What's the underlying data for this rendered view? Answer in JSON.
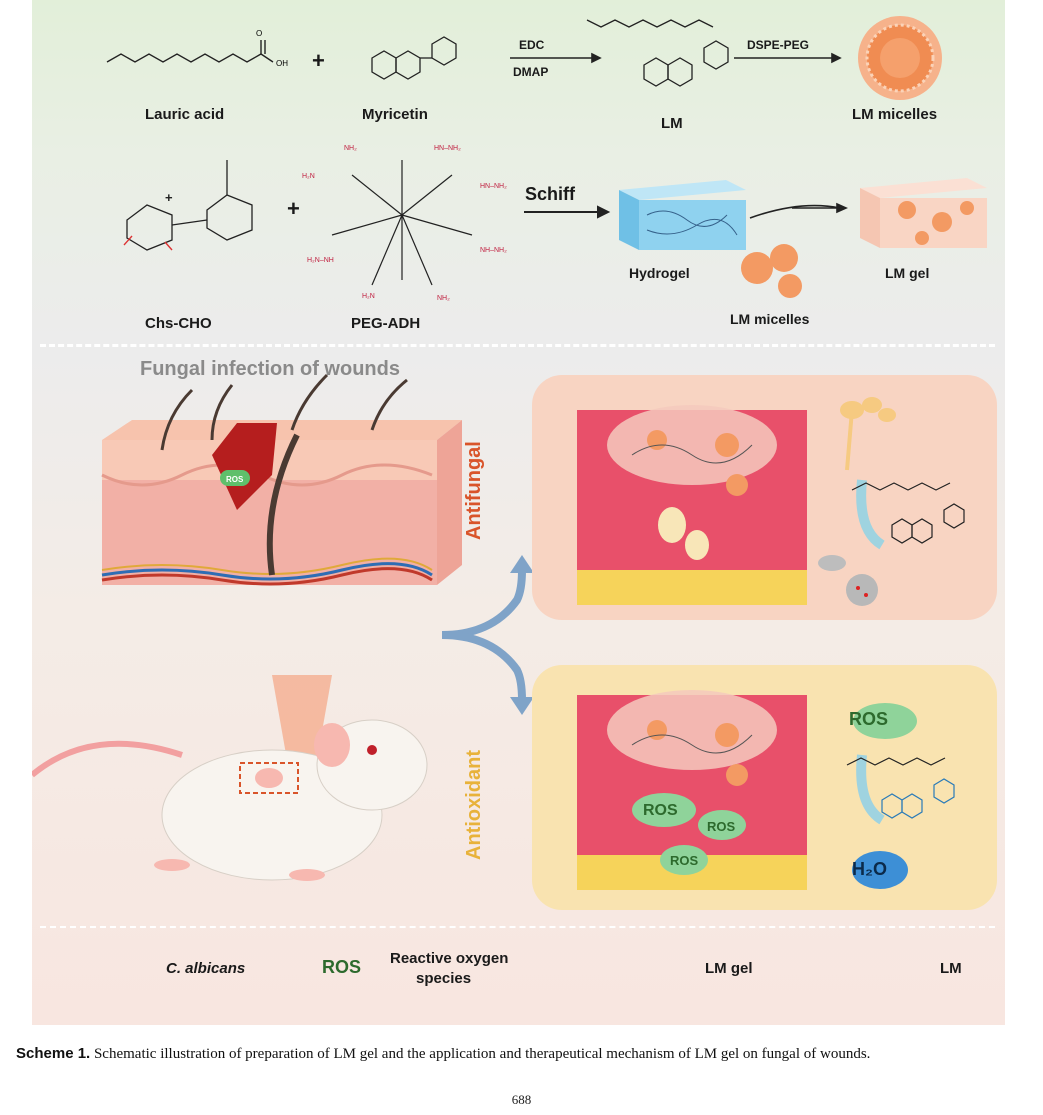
{
  "synthesis": {
    "lauric_acid": "Lauric acid",
    "myricetin": "Myricetin",
    "reagent_top": "EDC",
    "reagent_bottom": "DMAP",
    "lm": "LM",
    "dspe_peg": "DSPE-PEG",
    "lm_micelles": "LM micelles",
    "chs_cho": "Chs-CHO",
    "peg_adh": "PEG-ADH",
    "schiff": "Schiff",
    "hydrogel": "Hydrogel",
    "lm_micelles_2": "LM micelles",
    "lm_gel": "LM gel",
    "plus": "+"
  },
  "scene": {
    "heading": "Fungal infection of wounds",
    "ros_badge": "ROS"
  },
  "antifungal": {
    "label": "Antifungal"
  },
  "antioxidant": {
    "label": "Antioxidant",
    "ros_top": "ROS",
    "ros_a": "ROS",
    "ros_b": "ROS",
    "ros_c": "ROS",
    "h2o": "H₂O"
  },
  "legend": {
    "c_albicans": "C. albicans",
    "ros_badge": "ROS",
    "ros_text_1": "Reactive oxygen",
    "ros_text_2": "species",
    "lm_gel": "LM gel",
    "lm": "LM"
  },
  "caption": {
    "label": "Scheme 1.",
    "text": "Schematic illustration of preparation of LM gel and the application and therapeutical mechanism of LM gel on fungal of wounds."
  },
  "page_number": "688",
  "colors": {
    "antifungal_label": "#d9542a",
    "antioxidant_label": "#e8b23a",
    "ros_green": "#3f8f3f",
    "arrow_blue": "#7fa3c8",
    "micelle_orange": "#f39a63"
  }
}
